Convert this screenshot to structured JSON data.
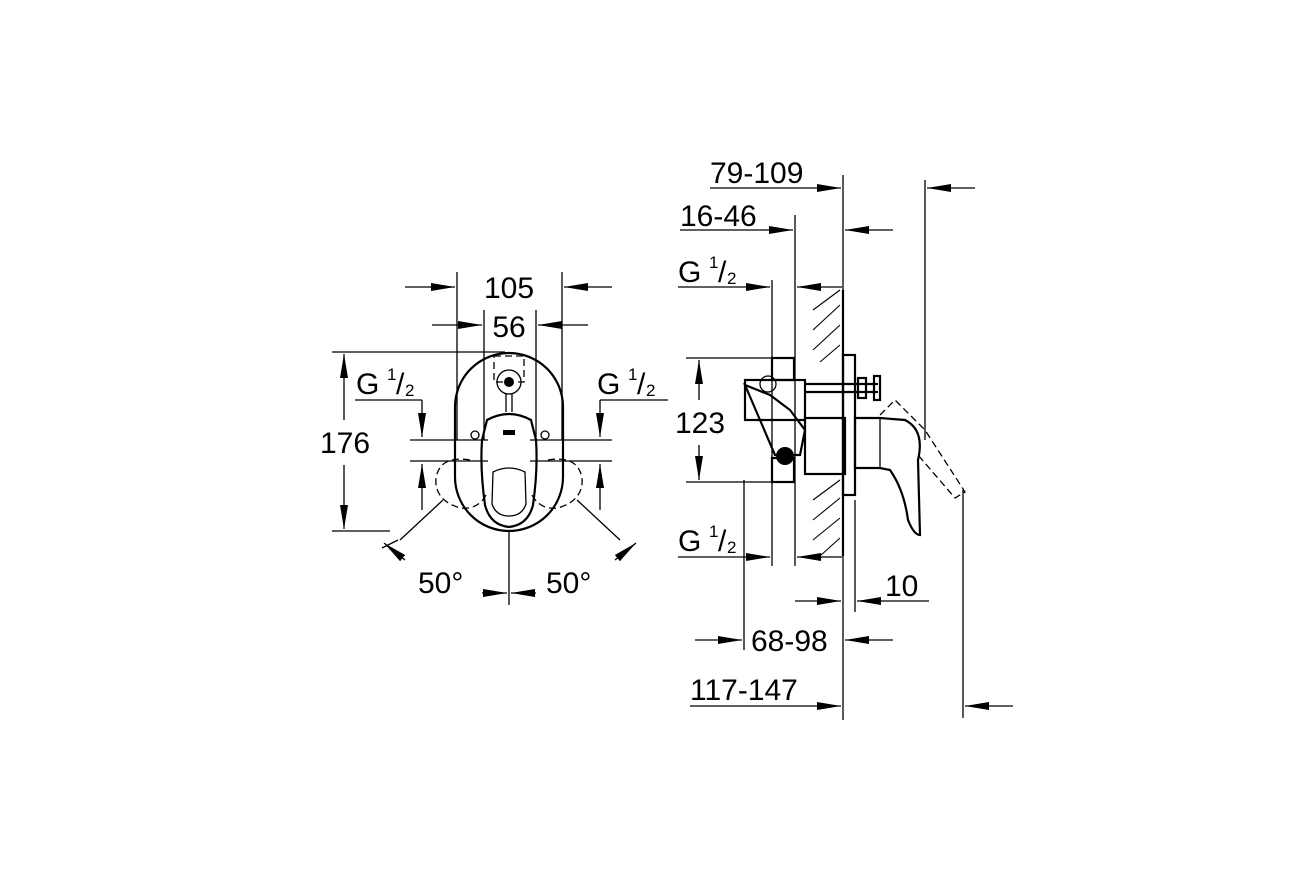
{
  "front_view": {
    "width_outer": "105",
    "width_inner": "56",
    "height": "176",
    "left_conn_label": "G",
    "left_conn_fraction_num": "1",
    "left_conn_fraction_den": "2",
    "right_conn_label": "G",
    "right_conn_fraction_num": "1",
    "right_conn_fraction_den": "2",
    "angle_left": "50°",
    "angle_right": "50°"
  },
  "side_view": {
    "dim_top_1": "79-109",
    "dim_top_2": "16-46",
    "top_conn_label": "G",
    "top_conn_fraction_num": "1",
    "top_conn_fraction_den": "2",
    "spacing": "123",
    "bottom_conn_label": "G",
    "bottom_conn_fraction_num": "1",
    "bottom_conn_fraction_den": "2",
    "dim_plate": "10",
    "dim_bottom_1": "68-98",
    "dim_bottom_2": "117-147"
  }
}
